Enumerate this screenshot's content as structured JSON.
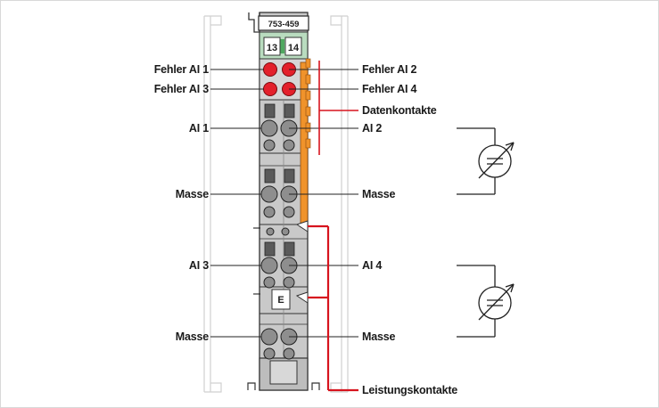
{
  "module": {
    "part_number": "753-459",
    "channel_markers": [
      "13",
      "14"
    ],
    "earth_marker": "E"
  },
  "labels_left": {
    "fault_ai1": "Fehler AI 1",
    "fault_ai3": "Fehler AI 3",
    "ai1": "AI 1",
    "ground1": "Masse",
    "ai3": "AI 3",
    "ground3": "Masse"
  },
  "labels_right": {
    "fault_ai2": "Fehler AI 2",
    "fault_ai4": "Fehler AI 4",
    "data_contacts": "Datenkontakte",
    "ai2": "AI 2",
    "ground2": "Masse",
    "ai4": "AI 4",
    "ground4": "Masse",
    "power_contacts": "Leistungskontakte"
  },
  "colors": {
    "led_red": "#e3202b",
    "module_grey": "#c9c9c9",
    "marker_green": "#4fa860",
    "data_contact_orange": "#f0932b",
    "power_line_red": "#d7141e"
  }
}
